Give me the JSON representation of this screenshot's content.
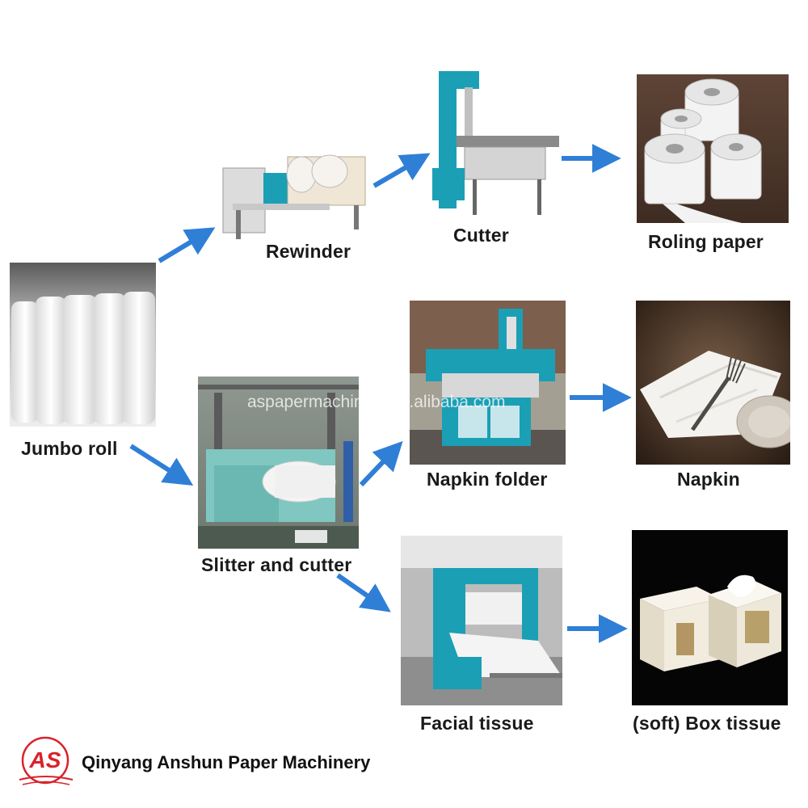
{
  "nodes": {
    "jumbo_roll": {
      "label": "Jumbo roll"
    },
    "rewinder": {
      "label": "Rewinder"
    },
    "cutter": {
      "label": "Cutter"
    },
    "roling_paper": {
      "label": "Roling paper"
    },
    "slitter_cutter": {
      "label": "Slitter and cutter"
    },
    "napkin_folder": {
      "label": "Napkin folder"
    },
    "napkin": {
      "label": "Napkin"
    },
    "facial_tissue": {
      "label": "Facial tissue"
    },
    "box_tissue": {
      "label": "(soft) Box tissue"
    }
  },
  "watermark": "aspapermachinery.en.alibaba.com",
  "footer": {
    "logo_text": "AS",
    "company": "Qinyang Anshun Paper Machinery"
  },
  "colors": {
    "arrow": "#2f7fd6",
    "machine_teal": "#1b9fb5",
    "logo_red": "#d8232a"
  },
  "icons": {
    "arrow": "arrow-icon",
    "logo": "company-logo-icon"
  }
}
